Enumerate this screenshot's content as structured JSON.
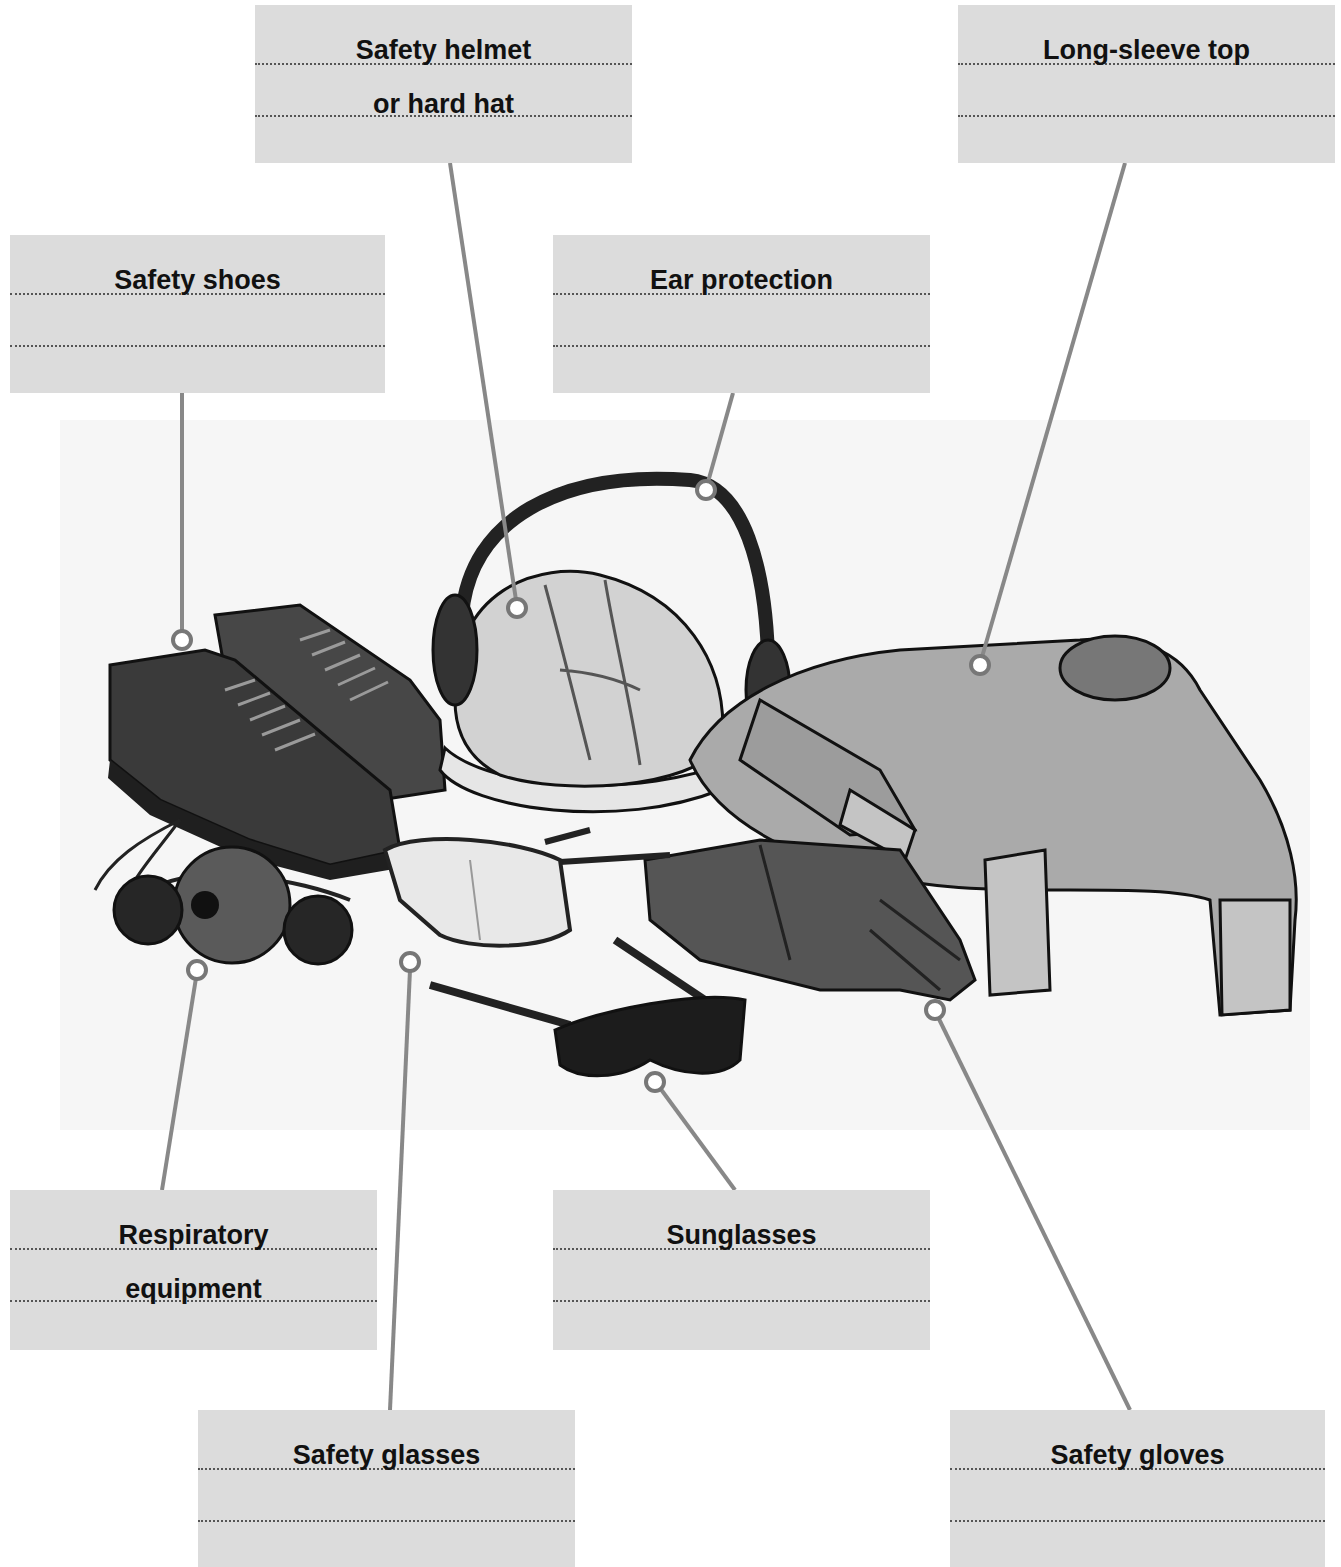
{
  "diagram": {
    "nodes": [
      {
        "text": [
          "Safety helmet or hard hat"
        ]
      },
      {
        "text": [
          "Long-sleeve top"
        ]
      },
      {
        "text": [
          "Safety shoes"
        ]
      },
      {
        "text": [
          "Ear protection"
        ]
      },
      {
        "text": [
          "Respiratory equipment"
        ]
      },
      {
        "text": [
          "Sunglasses"
        ]
      },
      {
        "text": [
          "Safety glasses"
        ]
      },
      {
        "text": [
          "Safety gloves"
        ]
      }
    ]
  }
}
